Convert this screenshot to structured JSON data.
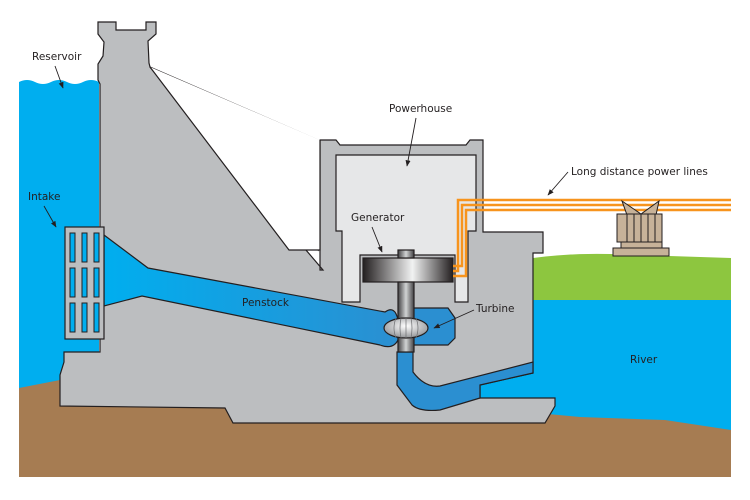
{
  "title": "Hydroelectric dam cross-section",
  "labels": {
    "reservoir": "Reservoir",
    "intake": "Intake",
    "powerhouse": "Powerhouse",
    "generator": "Generator",
    "penstock": "Penstock",
    "turbine": "Turbine",
    "power_lines": "Long distance power lines",
    "river": "River"
  },
  "colors": {
    "water": "#00aeef",
    "penstock_water": "#2b8fd1",
    "concrete": "#bcbec0",
    "powerhouse_interior": "#e6e7e8",
    "ground": "#a67c52",
    "grass": "#8dc63f",
    "power_line": "#f7941d",
    "transformer": "#c7b299",
    "outline": "#231f20"
  }
}
